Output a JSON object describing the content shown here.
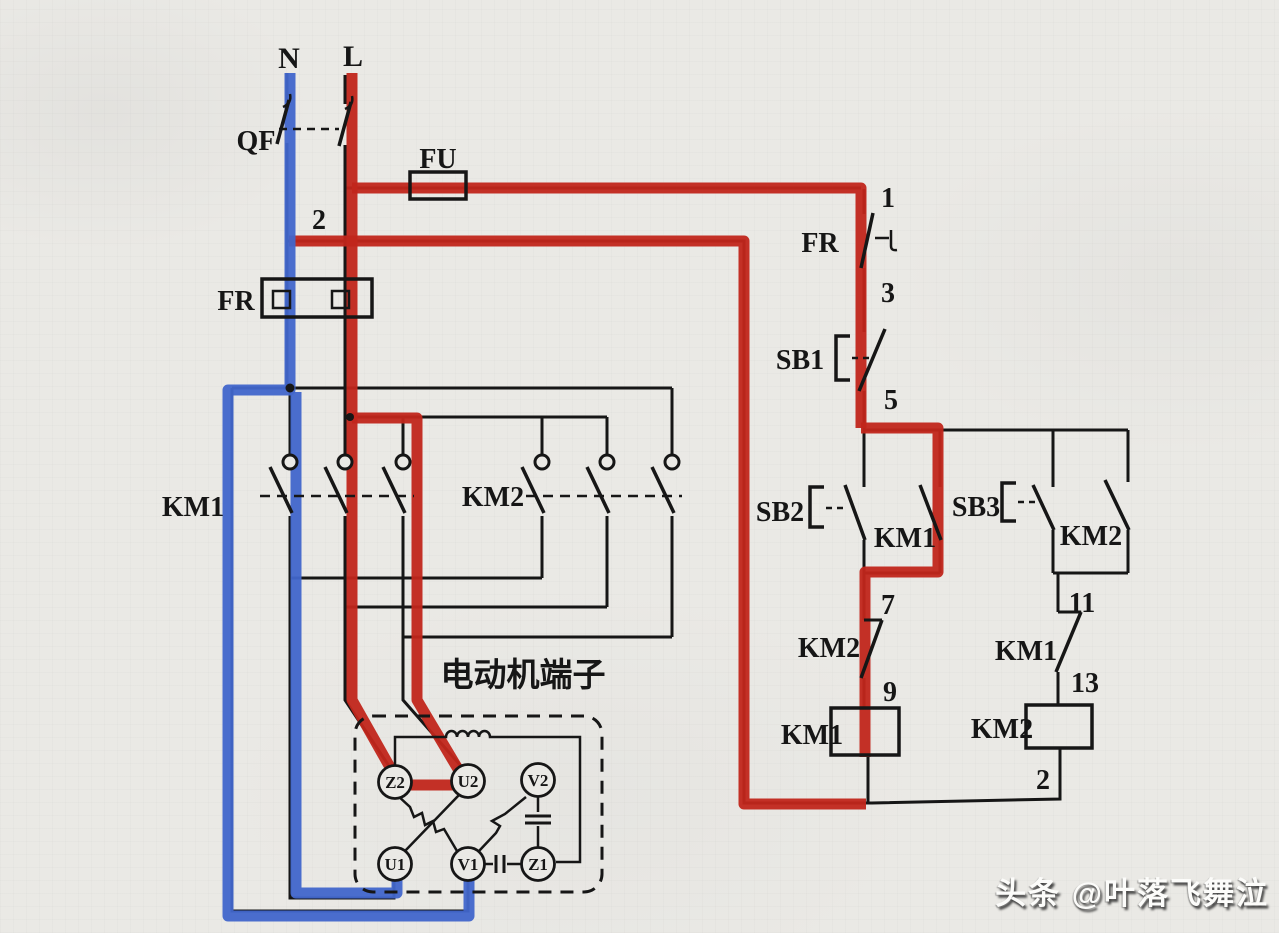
{
  "diagram": {
    "power": {
      "n": "N",
      "l": "L",
      "qf": "QF",
      "fu": "FU",
      "fr_overload": "FR",
      "wire2_top": "2"
    },
    "main_contacts": {
      "km1": "KM1",
      "km2": "KM2"
    },
    "control": {
      "node1": "1",
      "fr_contact": "FR",
      "node3": "3",
      "sb1": "SB1",
      "node5": "5",
      "sb2": "SB2",
      "km1_aux": "KM1",
      "sb3": "SB3",
      "km2_aux": "KM2",
      "node7": "7",
      "km2_interlock": "KM2",
      "node9": "9",
      "km1_coil": "KM1",
      "node11": "11",
      "km1_interlock": "KM1",
      "node13": "13",
      "km2_coil": "KM2",
      "wire2_bottom": "2"
    },
    "motor": {
      "title": "电动机端子",
      "terminals": [
        "Z2",
        "U2",
        "V2",
        "U1",
        "V1",
        "Z1"
      ]
    },
    "watermark": "头条 @叶落飞舞泣",
    "colors": {
      "live_highlight": "#c1261b",
      "neutral_highlight": "#4166cb",
      "wire": "#161616",
      "paper": "#eae9e5"
    }
  }
}
